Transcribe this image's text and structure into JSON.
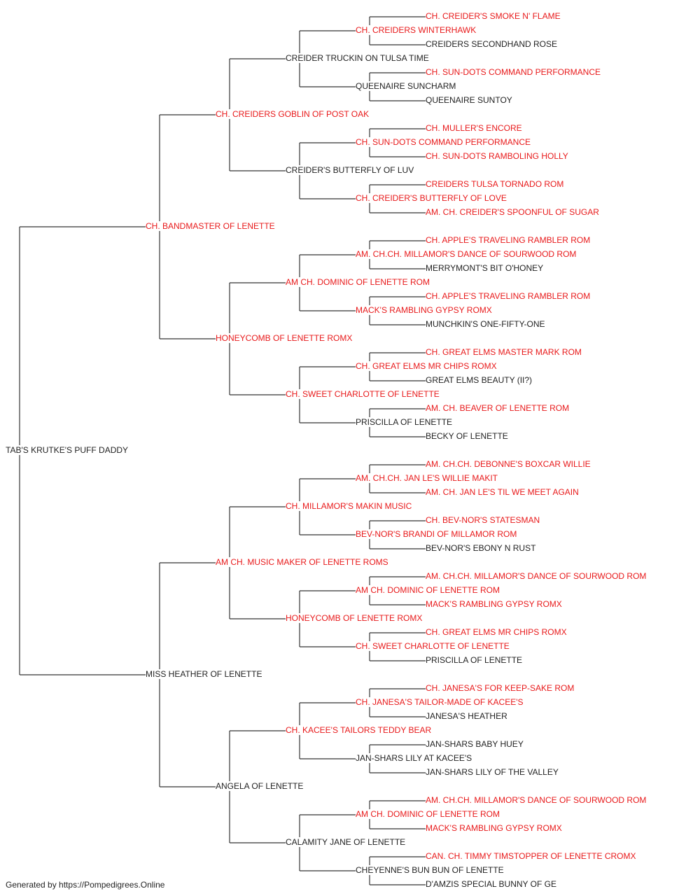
{
  "colors": {
    "champion": "#e8191a",
    "normal": "#222222",
    "line": "#333333"
  },
  "footer": "Generated by https://Pompedigrees.Online",
  "pedigree": {
    "name": "TAB'S KRUTKE'S PUFF DADDY",
    "champion": false,
    "sire": {
      "name": "CH. BANDMASTER OF LENETTE",
      "champion": true,
      "sire": {
        "name": "CH. CREIDERS GOBLIN OF POST OAK",
        "champion": true,
        "sire": {
          "name": "CREIDER TRUCKIN ON TULSA TIME",
          "champion": false,
          "sire": {
            "name": "CH. CREIDERS WINTERHAWK",
            "champion": true,
            "sire": {
              "name": "CH. CREIDER'S SMOKE N' FLAME",
              "champion": true
            },
            "dam": {
              "name": "CREIDERS SECONDHAND ROSE",
              "champion": false
            }
          },
          "dam": {
            "name": "QUEENAIRE SUNCHARM",
            "champion": false,
            "sire": {
              "name": "CH. SUN-DOTS COMMAND PERFORMANCE",
              "champion": true
            },
            "dam": {
              "name": "QUEENAIRE SUNTOY",
              "champion": false
            }
          }
        },
        "dam": {
          "name": "CREIDER'S BUTTERFLY OF LUV",
          "champion": false,
          "sire": {
            "name": "CH. SUN-DOTS COMMAND PERFORMANCE",
            "champion": true,
            "sire": {
              "name": "CH. MULLER'S ENCORE",
              "champion": true
            },
            "dam": {
              "name": "CH. SUN-DOTS RAMBOLING HOLLY",
              "champion": true
            }
          },
          "dam": {
            "name": "CH. CREIDER'S BUTTERFLY OF LOVE",
            "champion": true,
            "sire": {
              "name": "CREIDERS TULSA TORNADO ROM",
              "champion": true
            },
            "dam": {
              "name": "AM. CH. CREIDER'S SPOONFUL OF SUGAR",
              "champion": true
            }
          }
        }
      },
      "dam": {
        "name": "HONEYCOMB OF LENETTE ROMX",
        "champion": true,
        "sire": {
          "name": "AM CH. DOMINIC OF LENETTE ROM",
          "champion": true,
          "sire": {
            "name": "AM. CH.CH. MILLAMOR'S DANCE OF SOURWOOD ROM",
            "champion": true,
            "sire": {
              "name": "CH. APPLE'S TRAVELING RAMBLER ROM",
              "champion": true
            },
            "dam": {
              "name": "MERRYMONT'S BIT O'HONEY",
              "champion": false
            }
          },
          "dam": {
            "name": "MACK'S RAMBLING GYPSY ROMX",
            "champion": true,
            "sire": {
              "name": "CH. APPLE'S TRAVELING RAMBLER ROM",
              "champion": true
            },
            "dam": {
              "name": "MUNCHKIN'S ONE-FIFTY-ONE",
              "champion": false
            }
          }
        },
        "dam": {
          "name": "CH. SWEET CHARLOTTE OF LENETTE",
          "champion": true,
          "sire": {
            "name": "CH. GREAT ELMS MR CHIPS ROMX",
            "champion": true,
            "sire": {
              "name": "CH. GREAT ELMS MASTER MARK ROM",
              "champion": true
            },
            "dam": {
              "name": "GREAT ELMS BEAUTY (II?)",
              "champion": false
            }
          },
          "dam": {
            "name": "PRISCILLA OF LENETTE",
            "champion": false,
            "sire": {
              "name": "AM. CH. BEAVER OF LENETTE ROM",
              "champion": true
            },
            "dam": {
              "name": "BECKY OF LENETTE",
              "champion": false
            }
          }
        }
      }
    },
    "dam": {
      "name": "MISS HEATHER OF LENETTE",
      "champion": false,
      "sire": {
        "name": "AM CH. MUSIC MAKER OF LENETTE ROMS",
        "champion": true,
        "sire": {
          "name": "CH. MILLAMOR'S MAKIN MUSIC",
          "champion": true,
          "sire": {
            "name": "AM. CH.CH. JAN LE'S WILLIE MAKIT",
            "champion": true,
            "sire": {
              "name": "AM. CH.CH. DEBONNE'S BOXCAR WILLIE",
              "champion": true
            },
            "dam": {
              "name": "AM. CH. JAN LE'S TIL WE MEET AGAIN",
              "champion": true
            }
          },
          "dam": {
            "name": "BEV-NOR'S BRANDI OF MILLAMOR ROM",
            "champion": true,
            "sire": {
              "name": "CH. BEV-NOR'S STATESMAN",
              "champion": true
            },
            "dam": {
              "name": "BEV-NOR'S EBONY N RUST",
              "champion": false
            }
          }
        },
        "dam": {
          "name": "HONEYCOMB OF LENETTE ROMX",
          "champion": true,
          "sire": {
            "name": "AM CH. DOMINIC OF LENETTE ROM",
            "champion": true,
            "sire": {
              "name": "AM. CH.CH. MILLAMOR'S DANCE OF SOURWOOD ROM",
              "champion": true
            },
            "dam": {
              "name": "MACK'S RAMBLING GYPSY ROMX",
              "champion": true
            }
          },
          "dam": {
            "name": "CH. SWEET CHARLOTTE OF LENETTE",
            "champion": true,
            "sire": {
              "name": "CH. GREAT ELMS MR CHIPS ROMX",
              "champion": true
            },
            "dam": {
              "name": "PRISCILLA OF LENETTE",
              "champion": false
            }
          }
        }
      },
      "dam": {
        "name": "ANGELA OF LENETTE",
        "champion": false,
        "sire": {
          "name": "CH. KACEE'S TAILORS TEDDY BEAR",
          "champion": true,
          "sire": {
            "name": "CH. JANESA'S TAILOR-MADE OF KACEE'S",
            "champion": true,
            "sire": {
              "name": "CH. JANESA'S FOR KEEP-SAKE ROM",
              "champion": true
            },
            "dam": {
              "name": "JANESA'S HEATHER",
              "champion": false
            }
          },
          "dam": {
            "name": "JAN-SHARS LILY AT KACEE'S",
            "champion": false,
            "sire": {
              "name": "JAN-SHARS BABY HUEY",
              "champion": false
            },
            "dam": {
              "name": "JAN-SHARS LILY OF THE VALLEY",
              "champion": false
            }
          }
        },
        "dam": {
          "name": "CALAMITY JANE OF LENETTE",
          "champion": false,
          "sire": {
            "name": "AM CH. DOMINIC OF LENETTE ROM",
            "champion": true,
            "sire": {
              "name": "AM. CH.CH. MILLAMOR'S DANCE OF SOURWOOD ROM",
              "champion": true
            },
            "dam": {
              "name": "MACK'S RAMBLING GYPSY ROMX",
              "champion": true
            }
          },
          "dam": {
            "name": "CHEYENNE'S BUN BUN OF LENETTE",
            "champion": false,
            "sire": {
              "name": "CAN. CH. TIMMY TIMSTOPPER OF LENETTE CROMX",
              "champion": true
            },
            "dam": {
              "name": "D'AMZIS SPECIAL BUNNY OF GE",
              "champion": false
            }
          }
        }
      }
    }
  }
}
